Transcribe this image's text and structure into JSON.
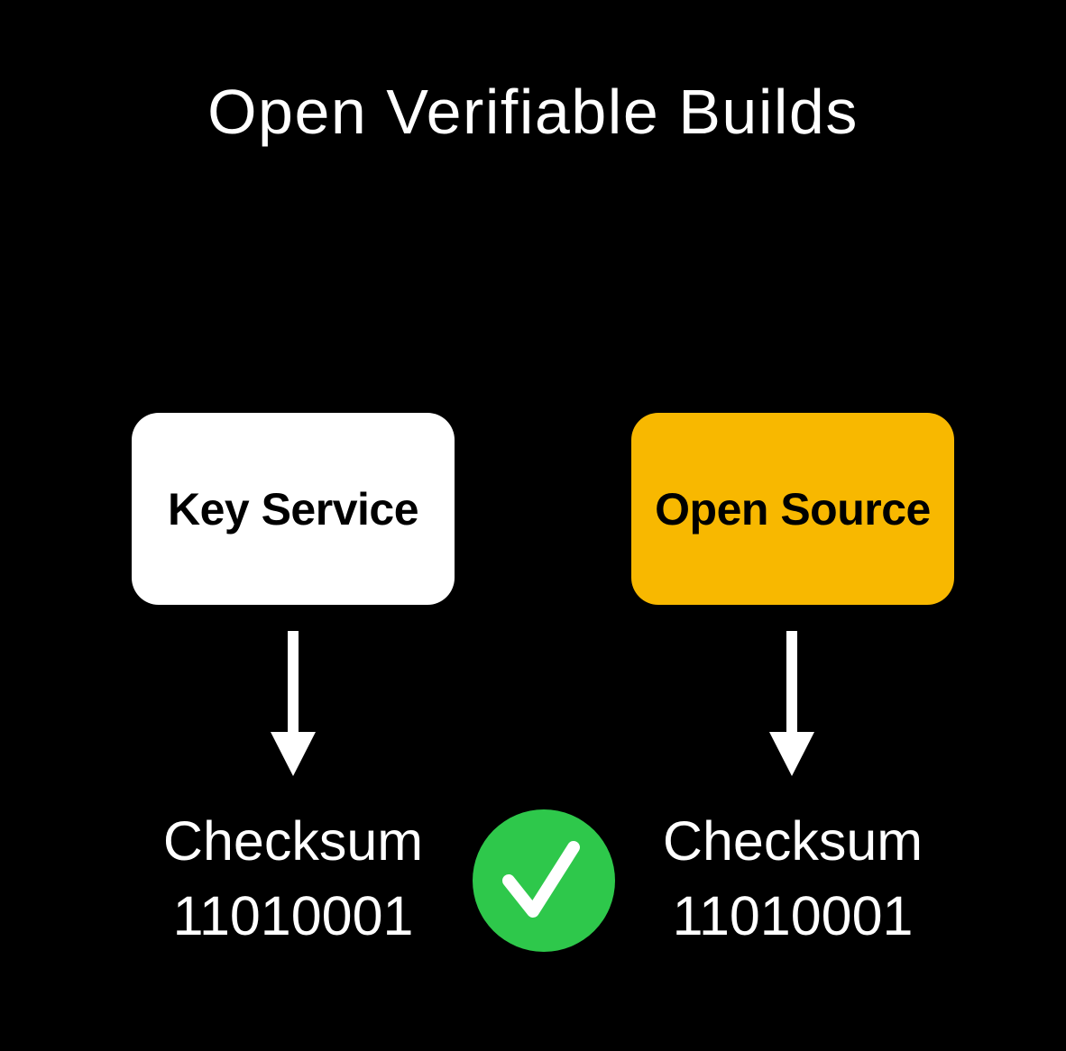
{
  "title": "Open Verifiable Builds",
  "boxes": {
    "key_service": {
      "label": "Key Service"
    },
    "open_source": {
      "label": "Open Source"
    }
  },
  "checksums": {
    "left": {
      "line1": "Checksum",
      "line2": "11010001"
    },
    "right": {
      "line1": "Checksum",
      "line2": "11010001"
    }
  },
  "icons": {
    "match": "checkmark-circle-icon"
  },
  "colors": {
    "background": "#000000",
    "title-text": "#FFFFFF",
    "key-service-bg": "#FFFFFF",
    "key-service-text": "#000000",
    "open-source-bg": "#F8B800",
    "open-source-text": "#000000",
    "arrow": "#FFFFFF",
    "checksum-text": "#FFFFFF",
    "check-green": "#2EC84B",
    "check-mark": "#FFFFFF"
  }
}
